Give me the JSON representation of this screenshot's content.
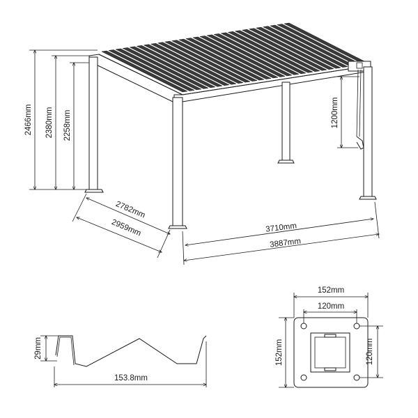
{
  "pergola": {
    "height_total": "2466mm",
    "height_mid": "2380mm",
    "height_inner": "2258mm",
    "crank_height": "1200mm",
    "depth_inner": "2782mm",
    "depth_outer": "2959mm",
    "width_inner": "3710mm",
    "width_outer": "3887mm"
  },
  "profile": {
    "height": "29mm",
    "width": "153.8mm"
  },
  "base_plate": {
    "outer_width": "152mm",
    "inner_width": "120mm",
    "outer_height": "152mm",
    "inner_height": "120mm"
  }
}
